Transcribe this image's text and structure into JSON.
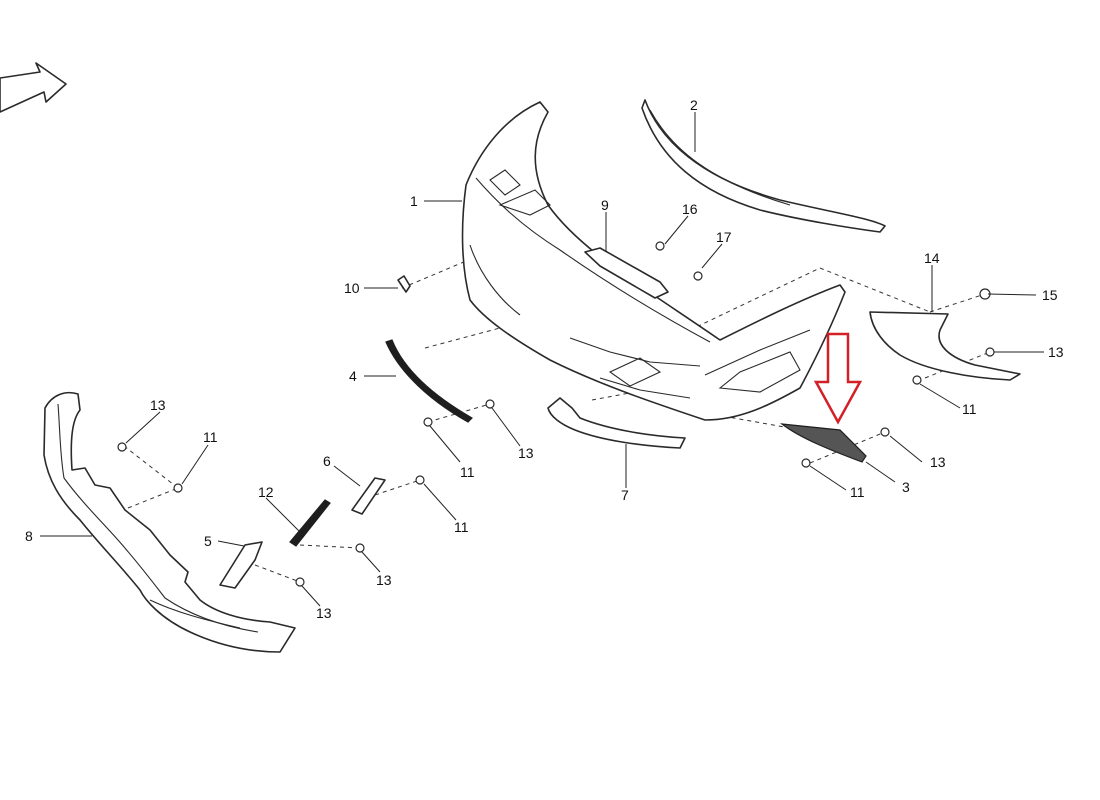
{
  "diagram": {
    "highlight_color": "#d32027",
    "line_color": "#2a2a2a",
    "callouts": [
      {
        "id": "c1",
        "label": "1"
      },
      {
        "id": "c2",
        "label": "2"
      },
      {
        "id": "c3",
        "label": "3"
      },
      {
        "id": "c4",
        "label": "4"
      },
      {
        "id": "c5",
        "label": "5"
      },
      {
        "id": "c6",
        "label": "6"
      },
      {
        "id": "c7",
        "label": "7"
      },
      {
        "id": "c8",
        "label": "8"
      },
      {
        "id": "c9",
        "label": "9"
      },
      {
        "id": "c10",
        "label": "10"
      },
      {
        "id": "c11",
        "label": "11"
      },
      {
        "id": "c12",
        "label": "12"
      },
      {
        "id": "c13",
        "label": "13"
      },
      {
        "id": "c14",
        "label": "14"
      },
      {
        "id": "c15",
        "label": "15"
      },
      {
        "id": "c16",
        "label": "16"
      },
      {
        "id": "c17",
        "label": "17"
      }
    ]
  }
}
